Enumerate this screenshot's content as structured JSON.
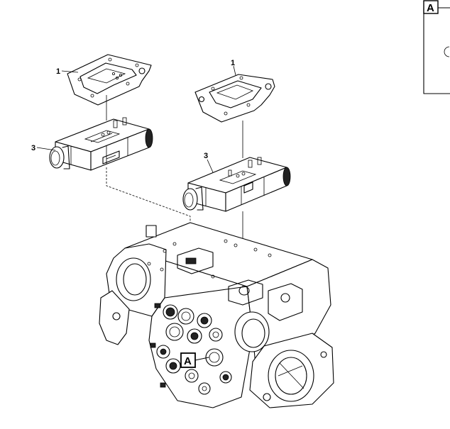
{
  "callouts": {
    "gasket_left": "1",
    "gasket_right": "1",
    "valve_left": "3",
    "valve_right": "3"
  },
  "detail": {
    "ref_label": "A",
    "inset_label": "A"
  }
}
